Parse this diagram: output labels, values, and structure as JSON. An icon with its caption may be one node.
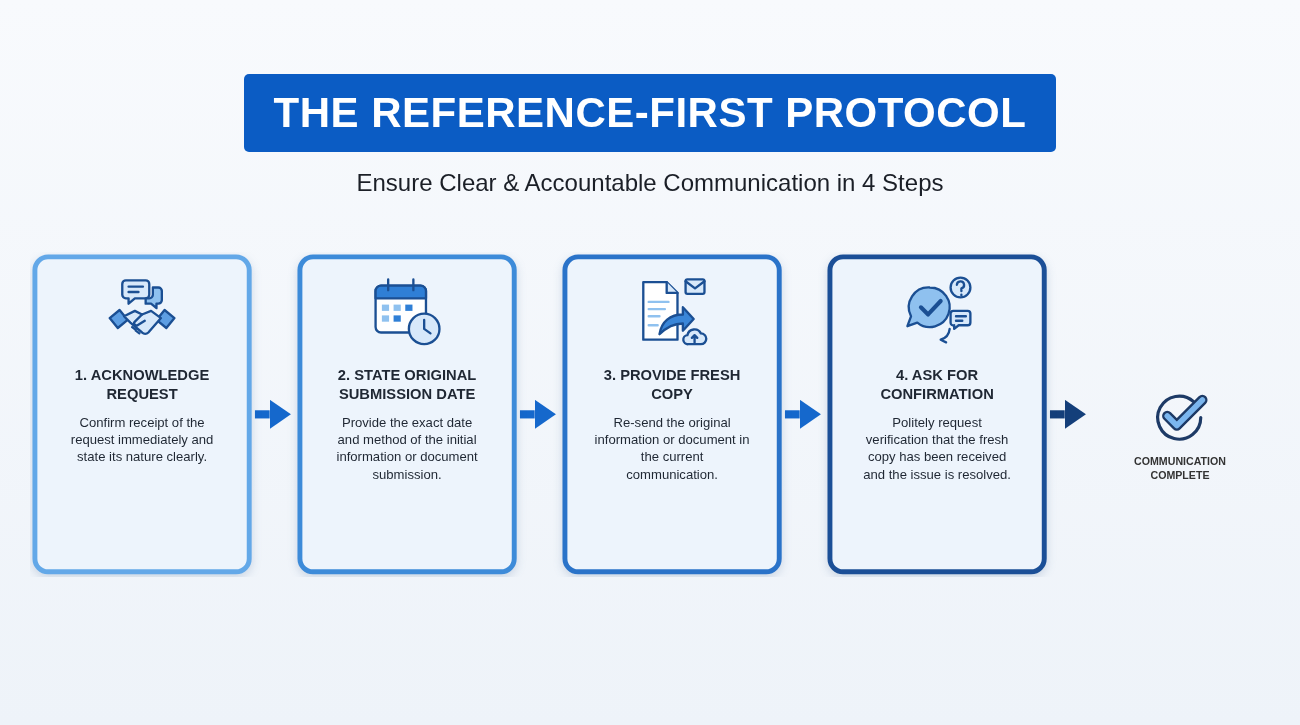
{
  "diagram": {
    "title": "THE REFERENCE-FIRST PROTOCOL",
    "nodes": [
      {
        "text": [
          "1. ACKNOWLEDGE REQUEST",
          "Confirm receipt of the request immediately and state its nature clearly."
        ]
      },
      {
        "text": [
          "2. STATE ORIGINAL SUBMISSION DATE",
          "Provide the exact date and method of the initial information or document submission."
        ]
      },
      {
        "text": [
          "3. PROVIDE FRESH COPY",
          "Re-send the original information or document in the current communication."
        ]
      },
      {
        "text": [
          "4. ASK FOR CONFIRMATION",
          "Politely request verification that the fresh copy has been received and the issue is resolved."
        ]
      },
      {
        "text": [
          "COMMUNICATION COMPLETE"
        ]
      }
    ],
    "edges": [
      {
        "from": 0,
        "to": 1,
        "arrow": "to"
      },
      {
        "from": 1,
        "to": 2,
        "arrow": "to"
      },
      {
        "from": 2,
        "to": 3,
        "arrow": "to"
      },
      {
        "from": 3,
        "to": 4,
        "arrow": "to",
        "color": "#143f7a"
      }
    ],
    "labels": [
      "Ensure Clear & Accountable Communication in 4 Steps"
    ]
  }
}
